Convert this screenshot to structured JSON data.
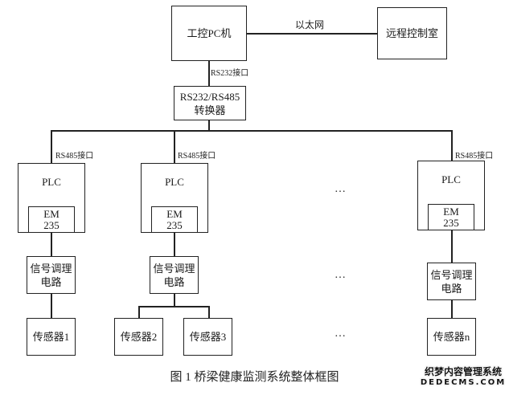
{
  "diagram": {
    "pc": {
      "label": "工控PC机"
    },
    "remote": {
      "label": "远程控制室"
    },
    "ethernet_label": "以太网",
    "rs232_label": "RS232接口",
    "converter": {
      "line1": "RS232/RS485",
      "line2": "转换器"
    },
    "rs485_label": "RS485接口",
    "plc_label": "PLC",
    "em_line1": "EM",
    "em_line2": "235",
    "signal": {
      "line1": "信号调理",
      "line2": "电路"
    },
    "sensors": [
      "传感器1",
      "传感器2",
      "传感器3",
      "传感器n"
    ],
    "ellipsis": "…"
  },
  "caption": "图 1 桥梁健康监测系统整体框图",
  "watermark": {
    "line1": "织梦内容管理系统",
    "line2": "DEDECMS.COM"
  }
}
